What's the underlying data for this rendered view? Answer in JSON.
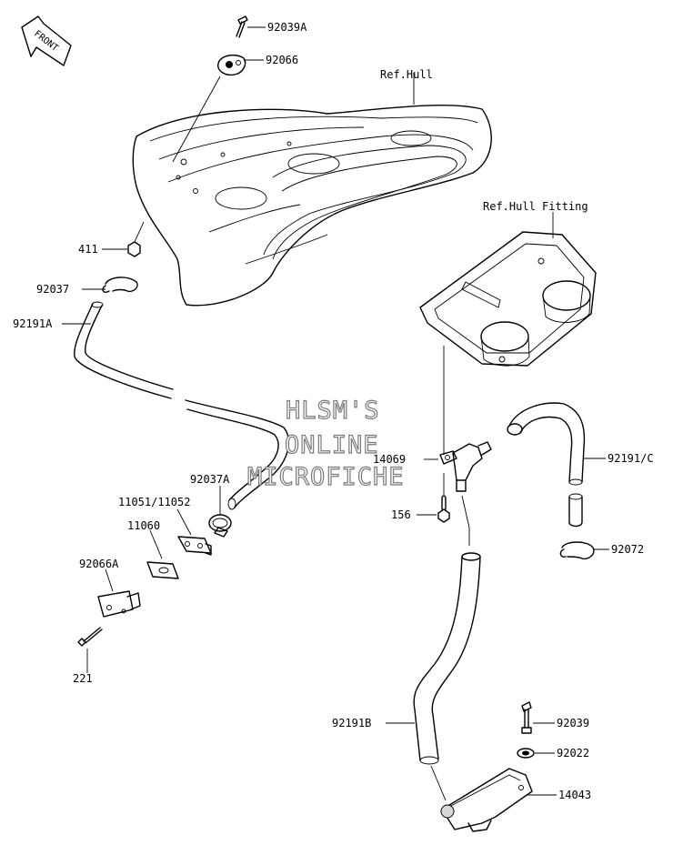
{
  "front_badge": "FRONT",
  "reference_labels": {
    "hull": "Ref.Hull",
    "hull_fitting": "Ref.Hull Fitting"
  },
  "parts": [
    {
      "id": "p-92039A",
      "label": "92039A"
    },
    {
      "id": "p-92066",
      "label": "92066"
    },
    {
      "id": "p-411",
      "label": "411"
    },
    {
      "id": "p-92037",
      "label": "92037"
    },
    {
      "id": "p-92191A",
      "label": "92191A"
    },
    {
      "id": "p-92037A",
      "label": "92037A"
    },
    {
      "id": "p-11051",
      "label": "11051/11052"
    },
    {
      "id": "p-11060",
      "label": "11060"
    },
    {
      "id": "p-92066A",
      "label": "92066A"
    },
    {
      "id": "p-221",
      "label": "221"
    },
    {
      "id": "p-14069",
      "label": "14069"
    },
    {
      "id": "p-156",
      "label": "156"
    },
    {
      "id": "p-92191C",
      "label": "92191/C"
    },
    {
      "id": "p-92072",
      "label": "92072"
    },
    {
      "id": "p-92191B",
      "label": "92191B"
    },
    {
      "id": "p-92039",
      "label": "92039"
    },
    {
      "id": "p-92022",
      "label": "92022"
    },
    {
      "id": "p-14043",
      "label": "14043"
    }
  ],
  "watermark": [
    "HLSM'S",
    "ONLINE",
    "MICROFICHE"
  ]
}
